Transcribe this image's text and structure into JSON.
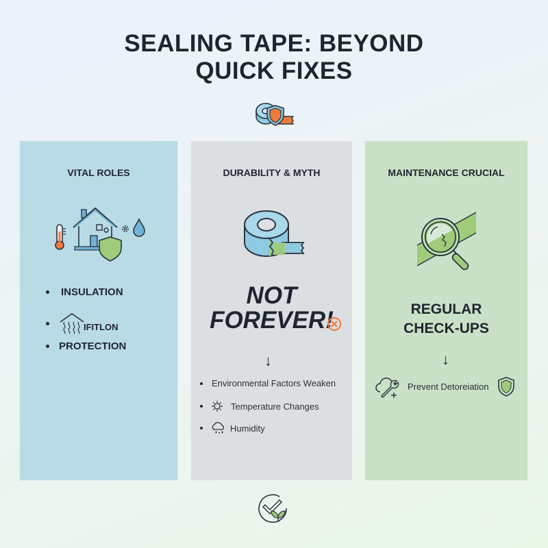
{
  "title": {
    "line1": "SEALING TAPE: BEYOND",
    "line2": "QUICK FIXES",
    "icon": "tape-shield-icon"
  },
  "colors": {
    "panel_left": "#b9dbe5",
    "panel_middle": "#dcdfe1",
    "panel_right": "#c9e1c6",
    "accent_orange": "#f07a3a",
    "accent_green": "#9fcb7a",
    "accent_blue": "#8ecbe3",
    "text_dark": "#1f2530"
  },
  "panels": [
    {
      "heading": "VITAL ROLES",
      "icon": "house-protection-icon",
      "bullets": [
        {
          "label": "INSULATION"
        },
        {
          "label": "IFITLON",
          "icon": "heat-roof-icon"
        },
        {
          "label": "PROTECTION"
        }
      ]
    },
    {
      "heading": "DURABILITY & MYTH",
      "icon": "torn-tape-roll-icon",
      "callout_line1": "NOT",
      "callout_line2": "FOREVER!",
      "callout_icon": "x-circle-icon",
      "arrow": "↓",
      "bullets": [
        {
          "label": "Environmental Factors Weaken"
        },
        {
          "label": "Temperature Changes",
          "icon": "sun-icon"
        },
        {
          "label": "Humidity",
          "icon": "cloud-snow-icon"
        }
      ]
    },
    {
      "heading": "MAINTENANCE CRUCIAL",
      "icon": "magnifier-tape-icon",
      "callout_line1": "REGULAR",
      "callout_line2": "CHECK-UPS",
      "arrow": "↓",
      "footer_label": "Prevent Detoreiation",
      "footer_left_icon": "cloud-wrench-icon",
      "footer_right_icon": "shield-icon"
    }
  ],
  "footer": {
    "icon": "check-leaf-icon"
  }
}
